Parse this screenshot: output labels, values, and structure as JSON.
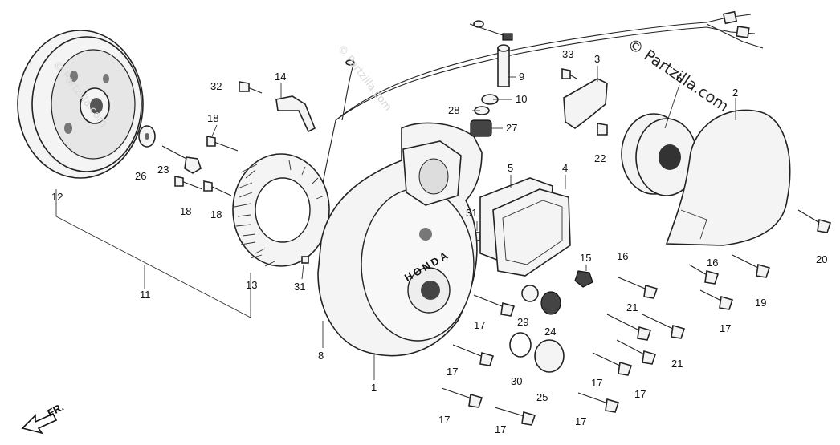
{
  "watermark": {
    "text": "© Partzilla.com"
  },
  "front_arrow": {
    "label": "FR."
  },
  "cover_logo": {
    "text": "HONDA"
  },
  "callouts": [
    {
      "id": "c1",
      "label": "1"
    },
    {
      "id": "c2",
      "label": "2"
    },
    {
      "id": "c3",
      "label": "3"
    },
    {
      "id": "c4",
      "label": "4"
    },
    {
      "id": "c5",
      "label": "5"
    },
    {
      "id": "c6",
      "label": "6"
    },
    {
      "id": "c8",
      "label": "8"
    },
    {
      "id": "c9",
      "label": "9"
    },
    {
      "id": "c10",
      "label": "10"
    },
    {
      "id": "c11",
      "label": "11"
    },
    {
      "id": "c12",
      "label": "12"
    },
    {
      "id": "c13",
      "label": "13"
    },
    {
      "id": "c14",
      "label": "14"
    },
    {
      "id": "c15",
      "label": "15"
    },
    {
      "id": "c16a",
      "label": "16"
    },
    {
      "id": "c16b",
      "label": "16"
    },
    {
      "id": "c17a",
      "label": "17"
    },
    {
      "id": "c17b",
      "label": "17"
    },
    {
      "id": "c17c",
      "label": "17"
    },
    {
      "id": "c17d",
      "label": "17"
    },
    {
      "id": "c17e",
      "label": "17"
    },
    {
      "id": "c17f",
      "label": "17"
    },
    {
      "id": "c17g",
      "label": "17"
    },
    {
      "id": "c17h",
      "label": "17"
    },
    {
      "id": "c18a",
      "label": "18"
    },
    {
      "id": "c18b",
      "label": "18"
    },
    {
      "id": "c18c",
      "label": "18"
    },
    {
      "id": "c19",
      "label": "19"
    },
    {
      "id": "c20",
      "label": "20"
    },
    {
      "id": "c21a",
      "label": "21"
    },
    {
      "id": "c21b",
      "label": "21"
    },
    {
      "id": "c22",
      "label": "22"
    },
    {
      "id": "c23",
      "label": "23"
    },
    {
      "id": "c24",
      "label": "24"
    },
    {
      "id": "c25",
      "label": "25"
    },
    {
      "id": "c26",
      "label": "26"
    },
    {
      "id": "c27",
      "label": "27"
    },
    {
      "id": "c28",
      "label": "28"
    },
    {
      "id": "c29",
      "label": "29"
    },
    {
      "id": "c30",
      "label": "30"
    },
    {
      "id": "c31a",
      "label": "31"
    },
    {
      "id": "c31b",
      "label": "31"
    },
    {
      "id": "c32",
      "label": "32"
    },
    {
      "id": "c33",
      "label": "33"
    }
  ]
}
